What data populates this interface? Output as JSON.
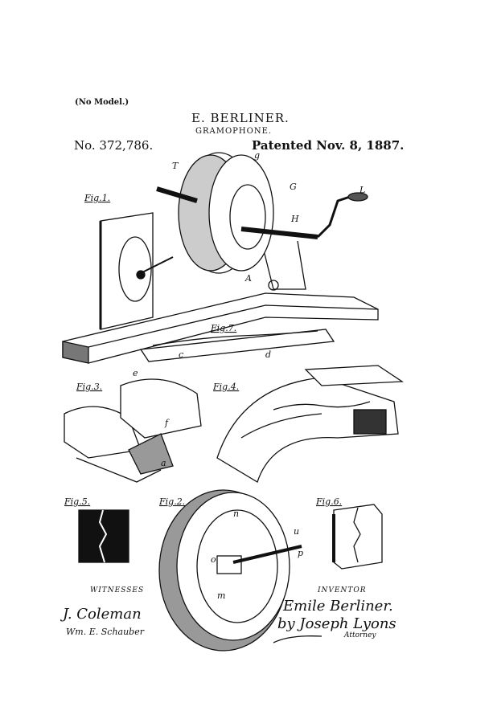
{
  "header": {
    "no_model": "(No Model.)",
    "inventor_name": "E. BERLINER.",
    "title": "GRAMOPHONE.",
    "number": "No. 372,786.",
    "patented": "Patented Nov. 8, 1887."
  },
  "figures": {
    "fig1": "Fig.1.",
    "fig7": "Fig.7.",
    "fig3": "Fig.3.",
    "fig4": "Fig.4.",
    "fig5": "Fig.5.",
    "fig2": "Fig.2.",
    "fig6": "Fig.6."
  },
  "labels": {
    "T": "T",
    "g": "g",
    "G": "G",
    "L": "L",
    "H": "H",
    "A": "A",
    "a": "a",
    "c": "c",
    "d": "d",
    "e": "e",
    "f": "f",
    "m": "m",
    "o": "o",
    "n": "n",
    "u": "u",
    "p": "p"
  },
  "footer": {
    "witnesses_label": "WITNESSES",
    "witness1": "J. Coleman",
    "witness2": "Wm. E. Schauber",
    "inventor_label": "INVENTOR",
    "inventor_signature": "Emile Berliner.",
    "by_attorney": "by Joseph Lyons",
    "attorney": "Attorney"
  }
}
